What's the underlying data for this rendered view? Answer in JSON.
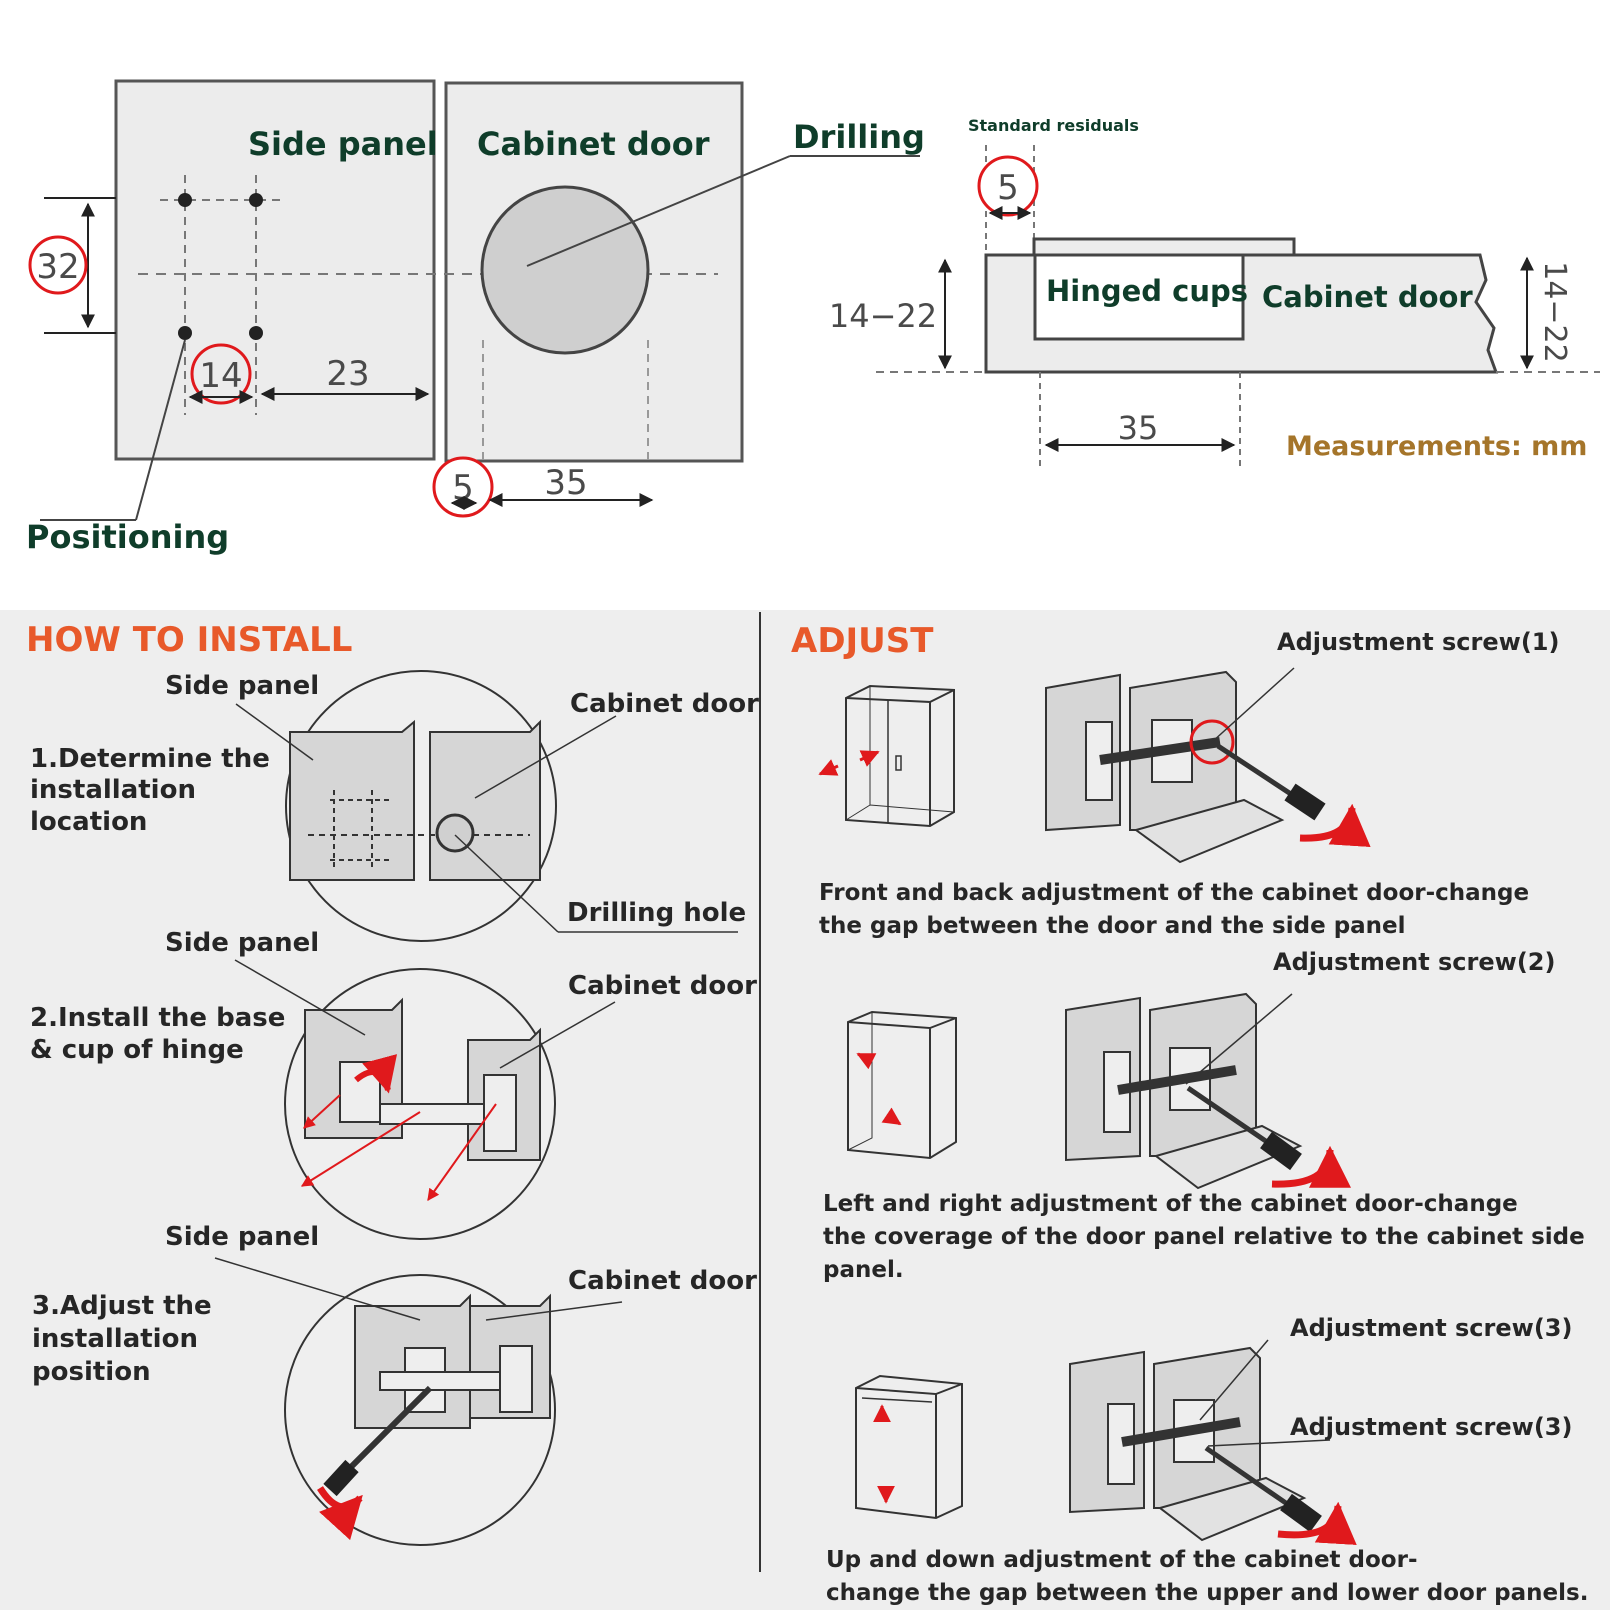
{
  "colors": {
    "green_label": "#0f3d2a",
    "orange_heading": "#e8592a",
    "gold_unit": "#a5752a",
    "red_circle": "#e0191c",
    "panel_fill": "#ececec",
    "lower_bg": "#eeeeee"
  },
  "top_left": {
    "side_panel": "Side panel",
    "cabinet_door": "Cabinet door",
    "drilling": "Drilling",
    "positioning": "Positioning",
    "dim_32": "32",
    "dim_14": "14",
    "dim_23": "23",
    "dim_5": "5",
    "dim_35": "35"
  },
  "top_right": {
    "standard_residuals": "Standard residuals",
    "dim_5": "5",
    "hinged_cups": "Hinged cups",
    "cabinet_door": "Cabinet door",
    "thickness_left": "14−22",
    "thickness_right": "14−22",
    "dim_35": "35",
    "measurements": "Measurements: mm"
  },
  "install": {
    "heading": "HOW TO INSTALL",
    "step1": {
      "lines": [
        "1.Determine the",
        "installation",
        " location"
      ],
      "side_panel": "Side panel",
      "cabinet_door": "Cabinet door",
      "drilling_hole": "Drilling hole"
    },
    "step2": {
      "lines": [
        "2.Install the base",
        " & cup of hinge"
      ],
      "side_panel": "Side panel",
      "cabinet_door": "Cabinet door"
    },
    "step3": {
      "lines": [
        "3.Adjust the",
        "installation",
        "position"
      ],
      "side_panel": "Side panel",
      "cabinet_door": "Cabinet door"
    }
  },
  "adjust": {
    "heading": "ADJUST",
    "item1": {
      "screw_label": "Adjustment screw(1)",
      "caption": [
        "Front and back adjustment of the cabinet door-change",
        "the gap between the door and the side panel"
      ]
    },
    "item2": {
      "screw_label": "Adjustment screw(2)",
      "caption": [
        "Left and right adjustment of the cabinet door-change",
        "the coverage of the door panel relative to the cabinet side",
        "panel."
      ]
    },
    "item3": {
      "screw_label_a": "Adjustment screw(3)",
      "screw_label_b": "Adjustment screw(3)",
      "caption": [
        "Up and down adjustment of the cabinet door-",
        "change the gap between the upper and lower door panels."
      ]
    }
  }
}
